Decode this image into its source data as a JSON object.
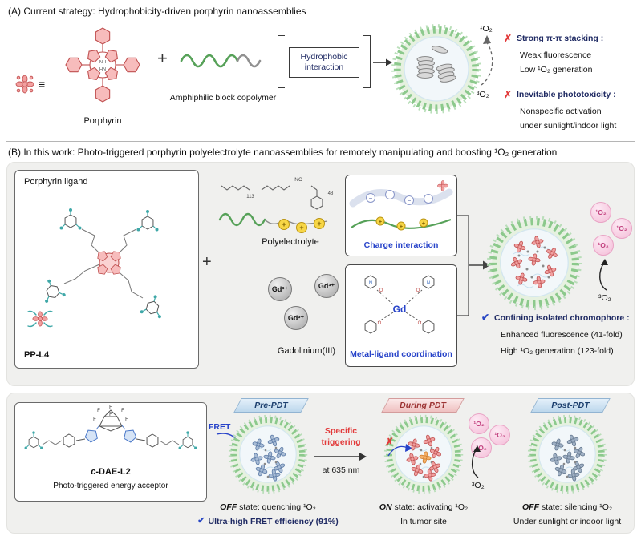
{
  "colors": {
    "accent_green": "#56a158",
    "accent_pink": "#f0a0a0",
    "accent_blue": "#2743c9",
    "accent_red": "#e23b3b",
    "panel_gray": "#f0f0ee"
  },
  "symbols": {
    "plus": "+",
    "equiv": "≡",
    "cross": "✗",
    "check": "✔",
    "singlet": "¹O₂",
    "triplet": "³O₂"
  },
  "panel_a": {
    "title": "(A) Current strategy: Hydrophobicity-driven porphyrin nanoassemblies",
    "porphyrin_label": "Porphyrin",
    "copolymer_label": "Amphiphilic block copolymer",
    "interaction_line1": "Hydrophobic",
    "interaction_line2": "interaction",
    "point1_title": "Strong π-π stacking :",
    "point1_lines": [
      "Weak fluorescence",
      "Low ¹O₂ generation"
    ],
    "point2_title": "Inevitable phototoxicity :",
    "point2_lines": [
      "Nonspecific activation",
      "under sunlight/indoor light"
    ]
  },
  "panel_b": {
    "title": "(B) In this work: Photo-triggered porphyrin polyelectrolyte nanoassemblies for remotely manipulating and boosting ¹O₂ generation",
    "ligand_box_label": "Porphyrin ligand",
    "ligand_name": "PP-L4",
    "polyelectrolyte_label": "Polyelectrolyte",
    "gadolinium_ion": "Gd³⁺",
    "gadolinium_label": "Gadolinium(III)",
    "charge_box_label": "Charge interaction",
    "metal_box_label": "Metal-ligand coordination",
    "confine_title": "Confining isolated chromophore :",
    "confine_lines": [
      "Enhanced fluorescence (41-fold)",
      "High ¹O₂ generation (123-fold)"
    ]
  },
  "panel_c": {
    "acceptor_prefix": "c",
    "acceptor_suffix": "-DAE-L2",
    "acceptor_label": "Photo-triggered energy acceptor",
    "banners": [
      "Pre-PDT",
      "During PDT",
      "Post-PDT"
    ],
    "fret_label": "FRET",
    "trigger_line1": "Specific",
    "trigger_line2": "triggering",
    "trigger_line3": "at 635 nm",
    "stages": [
      {
        "state_bold": "OFF",
        "state_rest": " state: quenching ¹O₂",
        "sub": "Ultra-high FRET efficiency (91%)"
      },
      {
        "state_bold": "ON",
        "state_rest": " state: activating ¹O₂",
        "sub": "In tumor site"
      },
      {
        "state_bold": "OFF",
        "state_rest": " state: silencing ¹O₂",
        "sub": "Under sunlight or indoor light"
      }
    ]
  },
  "atoms": {
    "gd": "Gd",
    "nh": "NH",
    "hn": "HN",
    "f": "F",
    "nc": "NC",
    "o": "O",
    "n": "N",
    "plus": "+",
    "minus": "−",
    "sub_peg": "113",
    "sub_qvp": "48"
  }
}
